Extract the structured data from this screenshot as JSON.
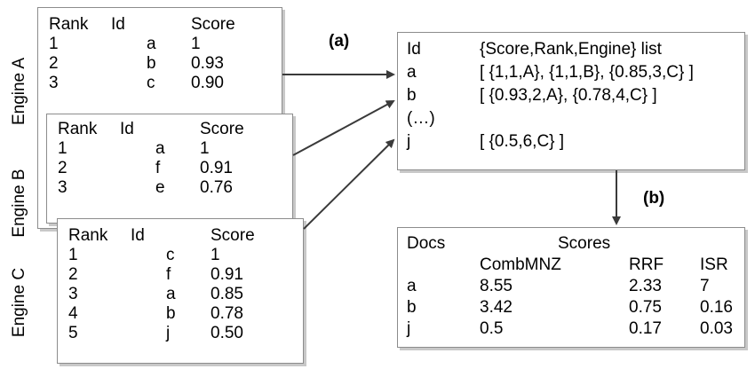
{
  "engines": [
    {
      "label": "Engine A",
      "headers": [
        "Rank",
        "Id",
        "Score"
      ],
      "rows": [
        [
          "1",
          "a",
          "1"
        ],
        [
          "2",
          "b",
          "0.93"
        ],
        [
          "3",
          "c",
          "0.90"
        ]
      ]
    },
    {
      "label": "Engine B",
      "headers": [
        "Rank",
        "Id",
        "Score"
      ],
      "rows": [
        [
          "1",
          "a",
          "1"
        ],
        [
          "2",
          "f",
          "0.91"
        ],
        [
          "3",
          "e",
          "0.76"
        ]
      ]
    },
    {
      "label": "Engine C",
      "headers": [
        "Rank",
        "Id",
        "Score"
      ],
      "rows": [
        [
          "1",
          "c",
          "1"
        ],
        [
          "2",
          "f",
          "0.91"
        ],
        [
          "3",
          "a",
          "0.85"
        ],
        [
          "4",
          "b",
          "0.78"
        ],
        [
          "5",
          "j",
          "0.50"
        ]
      ]
    }
  ],
  "merged": {
    "headers": [
      "Id",
      "{Score,Rank,Engine} list"
    ],
    "rows": [
      [
        "a",
        "[ {1,1,A}, {1,1,B}, {0.85,3,C} ]"
      ],
      [
        "b",
        "[ {0.93,2,A}, {0.78,4,C} ]"
      ],
      [
        "(…)",
        ""
      ],
      [
        "j",
        "[ {0.5,6,C} ]"
      ]
    ]
  },
  "results": {
    "docs_header": "Docs",
    "scores_header": "Scores",
    "methods": [
      "CombMNZ",
      "RRF",
      "ISR"
    ],
    "rows": [
      [
        "a",
        "8.55",
        "2.33",
        "7"
      ],
      [
        "b",
        "3.42",
        "0.75",
        "0.16"
      ],
      [
        "j",
        "0.5",
        "0.17",
        "0.03"
      ]
    ]
  },
  "step_labels": {
    "a": "(a)",
    "b": "(b)"
  },
  "colors": {
    "box_border": "#8c8c8c",
    "shadow": "#c8c8c8",
    "arrow": "#3a3a3a"
  }
}
